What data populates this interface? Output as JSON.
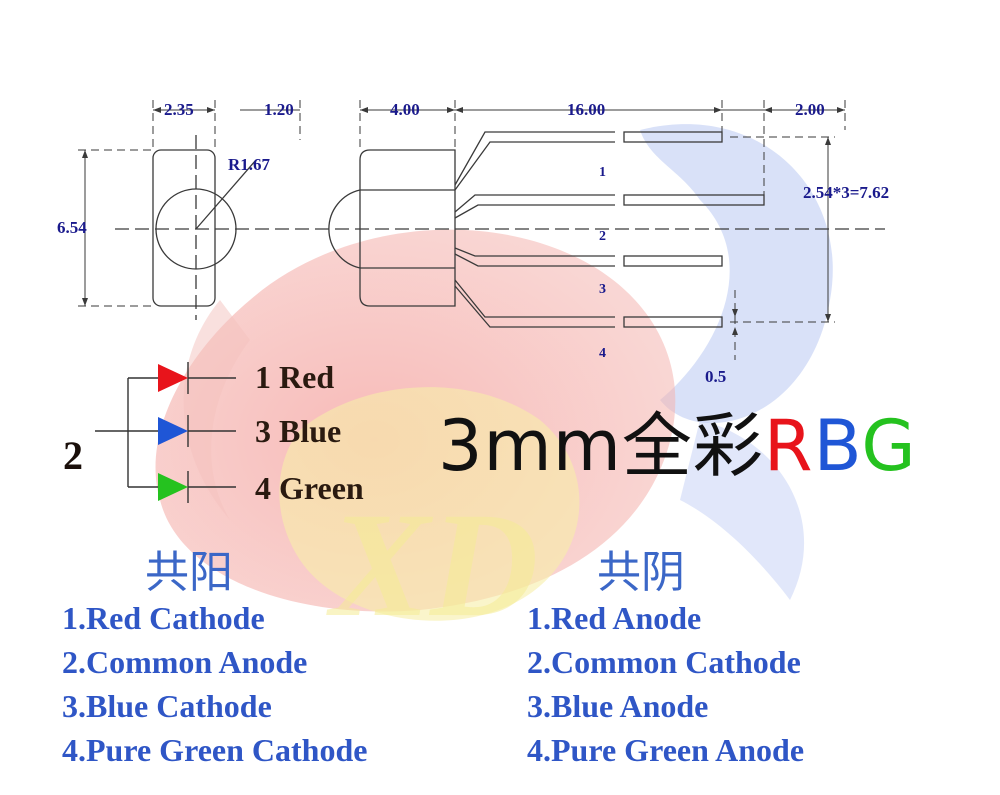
{
  "dimensions": {
    "d1": "2.35",
    "d2": "1.20",
    "d3": "4.00",
    "d4": "16.00",
    "d5": "2.00",
    "radius": "R1.67",
    "height": "6.54",
    "pitch": "2.54*3=7.62",
    "lead": "0.5"
  },
  "pin_numbers": [
    "1",
    "2",
    "3",
    "4"
  ],
  "schematic": {
    "common_pin": "2",
    "pins": [
      {
        "label": "1 Red",
        "color": "#e8141b"
      },
      {
        "label": "3 Blue",
        "color": "#1f56d6"
      },
      {
        "label": "4 Green",
        "color": "#25c21f"
      }
    ]
  },
  "title": {
    "prefix": "3mm全彩",
    "r": "R",
    "b": "B",
    "g": "G",
    "r_color": "#e8141b",
    "b_color": "#1f56d6",
    "g_color": "#25c21f"
  },
  "common_anode": {
    "header": "共阳",
    "lines": [
      "1.Red Cathode",
      "2.Common Anode",
      "3.Blue Cathode",
      "4.Pure Green Cathode"
    ]
  },
  "common_cathode": {
    "header": "共阴",
    "lines": [
      "1.Red Anode",
      "2.Common Cathode",
      "3.Blue Anode",
      "4.Pure Green Anode"
    ]
  },
  "watermark": "XD",
  "colors": {
    "drawing_line": "#3a3a3a",
    "dimension_text": "#1a1a8c",
    "pin_text_blue": "#2f56c6"
  }
}
